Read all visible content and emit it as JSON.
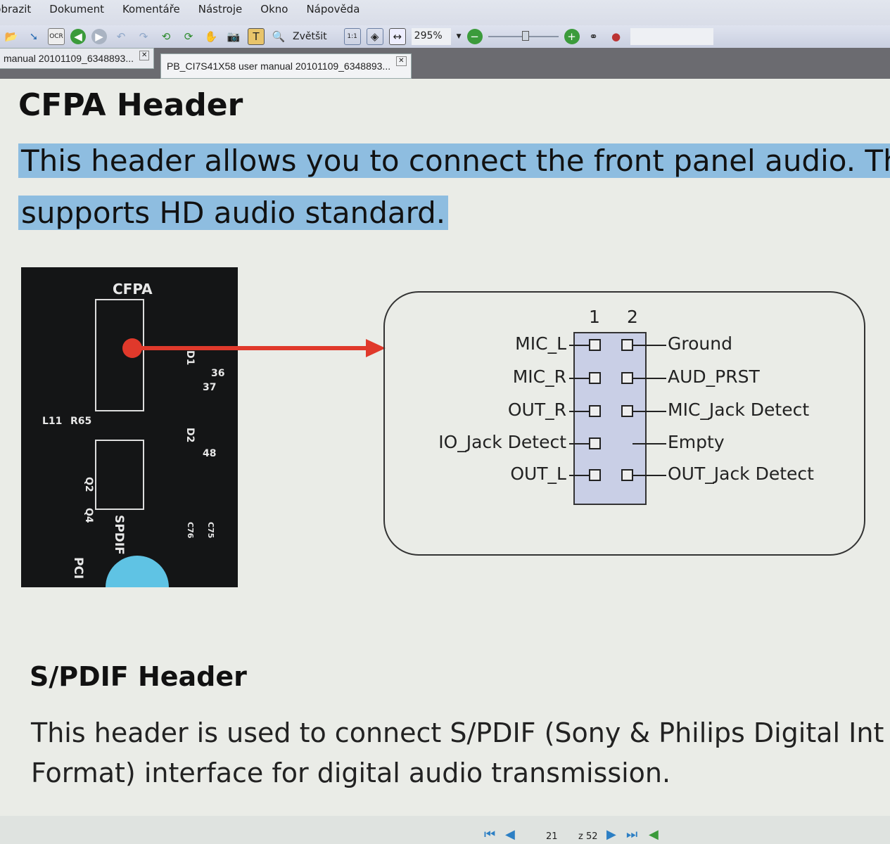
{
  "menu": [
    "Zobrazit",
    "Dokument",
    "Komentáře",
    "Nástroje",
    "Okno",
    "Nápověda"
  ],
  "toolbar": {
    "ocr_label": "OCR",
    "zoom_in_label": "Zvětšit",
    "zoom_value": "295%"
  },
  "tabs": [
    {
      "label": "manual 20101109_6348893..."
    },
    {
      "label": "PB_CI7S41X58 user manual 20101109_6348893..."
    }
  ],
  "doc": {
    "heading": "CFPA Header",
    "intro_line1": "This header allows you to connect the front panel audio. The",
    "intro_line2": "supports HD audio standard.",
    "board_labels": {
      "cfpa": "CFPA",
      "l11": "L11",
      "r65": "R65",
      "d1": "D1",
      "d2": "D2",
      "n36": "36",
      "n37": "37",
      "n48": "48",
      "q2": "Q2",
      "q4": "Q4",
      "spdif": "SPDIF",
      "pci": "PCI",
      "c76": "C76",
      "c75": "C75"
    },
    "pin_headers": [
      "1",
      "2"
    ],
    "left_pins": [
      "MIC_L",
      "MIC_R",
      "OUT_R",
      "IO_Jack Detect",
      "OUT_L"
    ],
    "right_pins": [
      "Ground",
      "AUD_PRST",
      "MIC_Jack Detect",
      "Empty",
      "OUT_Jack Detect"
    ],
    "spdif_heading": "S/PDIF Header",
    "spdif_line1": "This header is used to connect S/PDIF (Sony & Philips Digital Int",
    "spdif_line2": "Format) interface for digital audio transmission."
  },
  "status": {
    "page": "21",
    "total": "z 52"
  },
  "colors": {
    "highlight": "#8ebde0",
    "arrow": "#e0392b"
  }
}
